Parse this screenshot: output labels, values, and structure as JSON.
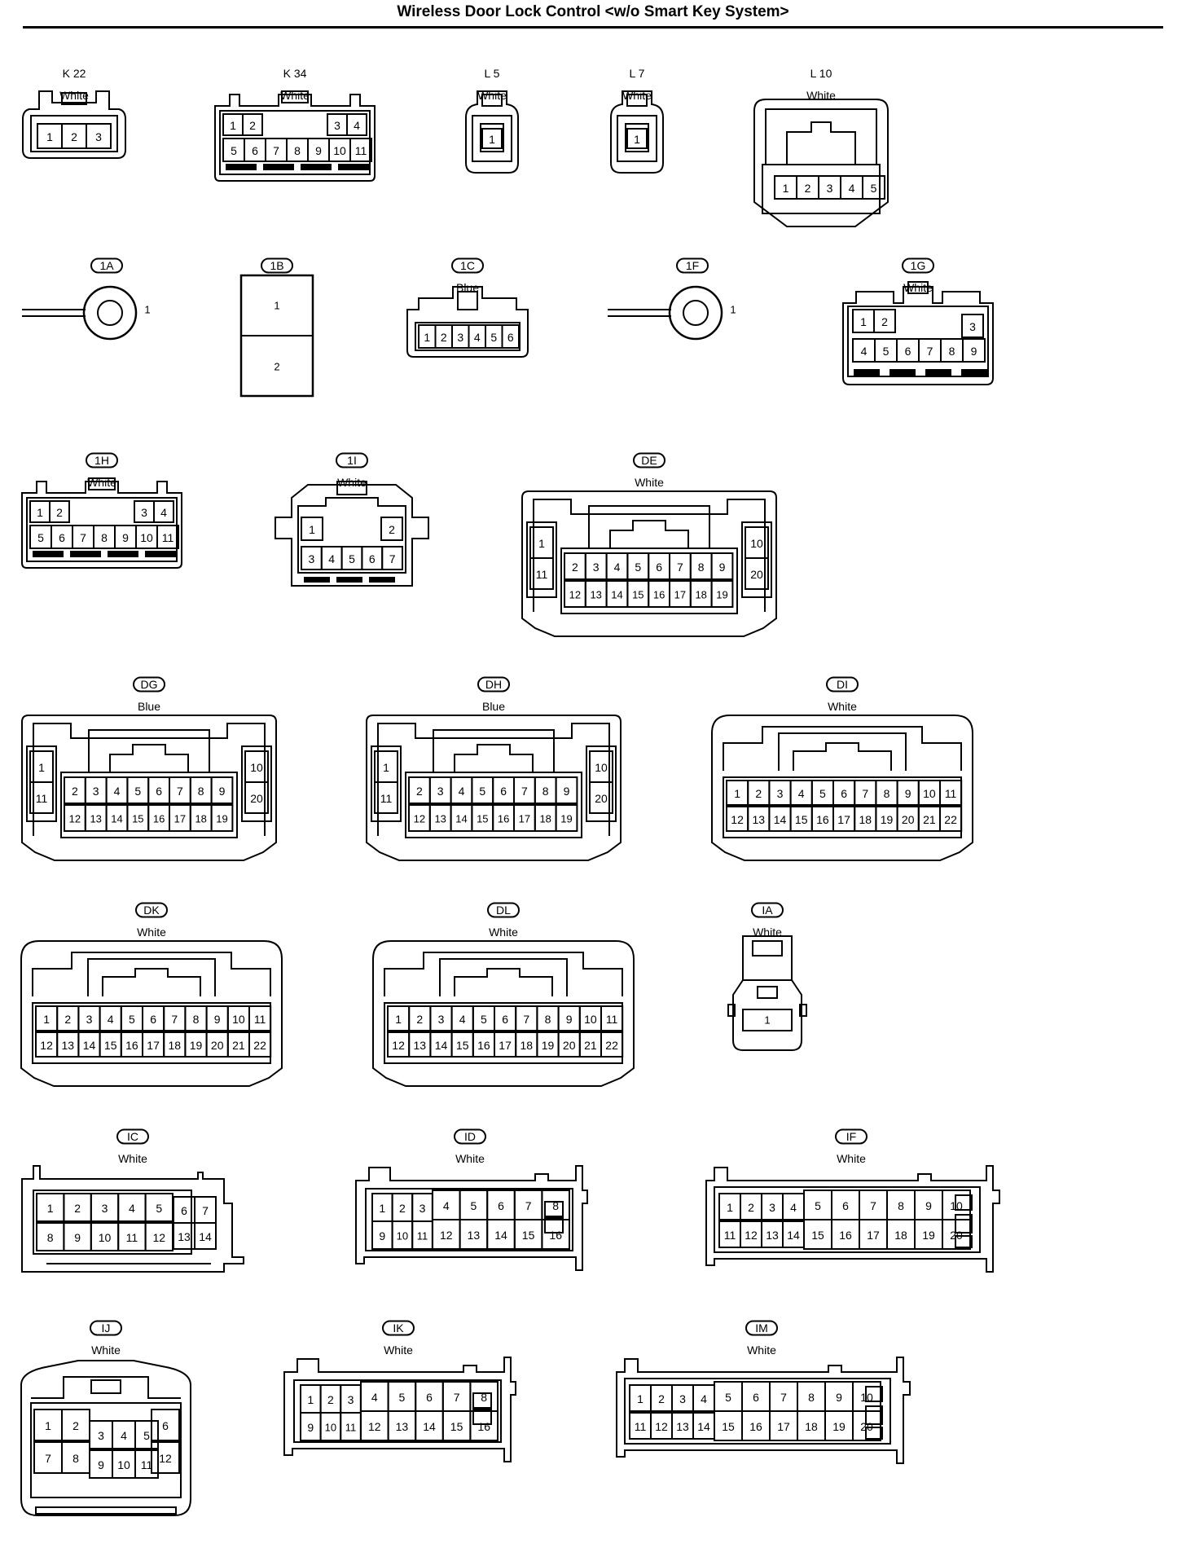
{
  "title": "Wireless Door Lock Control <w/o Smart Key System>",
  "connectors": [
    {
      "id": "K22",
      "code": "K 22",
      "color": "White",
      "shape": "plug3",
      "pins": [
        "1",
        "2",
        "3"
      ]
    },
    {
      "id": "K34",
      "code": "K 34",
      "color": "White",
      "shape": "plug11",
      "pins": [
        "1",
        "2",
        "3",
        "4",
        "5",
        "6",
        "7",
        "8",
        "9",
        "10",
        "11"
      ]
    },
    {
      "id": "L5",
      "code": "L 5",
      "color": "White",
      "shape": "plug1",
      "pins": [
        "1"
      ]
    },
    {
      "id": "L7",
      "code": "L 7",
      "color": "White",
      "shape": "plug1",
      "pins": [
        "1"
      ]
    },
    {
      "id": "L10",
      "code": "L 10",
      "color": "White",
      "shape": "plug5",
      "pins": [
        "1",
        "2",
        "3",
        "4",
        "5"
      ]
    },
    {
      "id": "1A",
      "code": "1A",
      "color": "",
      "shape": "ring",
      "pins": [
        "1"
      ]
    },
    {
      "id": "1B",
      "code": "1B",
      "color": "",
      "shape": "block2",
      "pins": [
        "1",
        "2"
      ]
    },
    {
      "id": "1C",
      "code": "1C",
      "color": "Blue",
      "shape": "plug6",
      "pins": [
        "1",
        "2",
        "3",
        "4",
        "5",
        "6"
      ]
    },
    {
      "id": "1F",
      "code": "1F",
      "color": "",
      "shape": "ring",
      "pins": [
        "1"
      ]
    },
    {
      "id": "1G",
      "code": "1G",
      "color": "White",
      "shape": "plug9",
      "pins": [
        "1",
        "2",
        "3",
        "4",
        "5",
        "6",
        "7",
        "8",
        "9"
      ]
    },
    {
      "id": "1H",
      "code": "1H",
      "color": "White",
      "shape": "plug11",
      "pins": [
        "1",
        "2",
        "3",
        "4",
        "5",
        "6",
        "7",
        "8",
        "9",
        "10",
        "11"
      ]
    },
    {
      "id": "1I",
      "code": "1I",
      "color": "White",
      "shape": "plug7",
      "pins": [
        "1",
        "2",
        "3",
        "4",
        "5",
        "6",
        "7"
      ]
    },
    {
      "id": "DE",
      "code": "DE",
      "color": "White",
      "shape": "ecu20",
      "pins": [
        "1",
        "2",
        "3",
        "4",
        "5",
        "6",
        "7",
        "8",
        "9",
        "10",
        "11",
        "12",
        "13",
        "14",
        "15",
        "16",
        "17",
        "18",
        "19",
        "20"
      ]
    },
    {
      "id": "DG",
      "code": "DG",
      "color": "Blue",
      "shape": "ecu20",
      "pins": [
        "1",
        "2",
        "3",
        "4",
        "5",
        "6",
        "7",
        "8",
        "9",
        "10",
        "11",
        "12",
        "13",
        "14",
        "15",
        "16",
        "17",
        "18",
        "19",
        "20"
      ]
    },
    {
      "id": "DH",
      "code": "DH",
      "color": "Blue",
      "shape": "ecu20",
      "pins": [
        "1",
        "2",
        "3",
        "4",
        "5",
        "6",
        "7",
        "8",
        "9",
        "10",
        "11",
        "12",
        "13",
        "14",
        "15",
        "16",
        "17",
        "18",
        "19",
        "20"
      ]
    },
    {
      "id": "DI",
      "code": "DI",
      "color": "White",
      "shape": "ecu22",
      "pins": [
        "1",
        "2",
        "3",
        "4",
        "5",
        "6",
        "7",
        "8",
        "9",
        "10",
        "11",
        "12",
        "13",
        "14",
        "15",
        "16",
        "17",
        "18",
        "19",
        "20",
        "21",
        "22"
      ]
    },
    {
      "id": "DK",
      "code": "DK",
      "color": "White",
      "shape": "ecu22",
      "pins": [
        "1",
        "2",
        "3",
        "4",
        "5",
        "6",
        "7",
        "8",
        "9",
        "10",
        "11",
        "12",
        "13",
        "14",
        "15",
        "16",
        "17",
        "18",
        "19",
        "20",
        "21",
        "22"
      ]
    },
    {
      "id": "DL",
      "code": "DL",
      "color": "White",
      "shape": "ecu22",
      "pins": [
        "1",
        "2",
        "3",
        "4",
        "5",
        "6",
        "7",
        "8",
        "9",
        "10",
        "11",
        "12",
        "13",
        "14",
        "15",
        "16",
        "17",
        "18",
        "19",
        "20",
        "21",
        "22"
      ]
    },
    {
      "id": "IA",
      "code": "IA",
      "color": "White",
      "shape": "plug1v",
      "pins": [
        "1"
      ]
    },
    {
      "id": "IC",
      "code": "IC",
      "color": "White",
      "shape": "jb14",
      "pins": [
        "1",
        "2",
        "3",
        "4",
        "5",
        "6",
        "7",
        "8",
        "9",
        "10",
        "11",
        "12",
        "13",
        "14"
      ]
    },
    {
      "id": "ID",
      "code": "ID",
      "color": "White",
      "shape": "jb16",
      "pins": [
        "1",
        "2",
        "3",
        "4",
        "5",
        "6",
        "7",
        "8",
        "9",
        "10",
        "11",
        "12",
        "13",
        "14",
        "15",
        "16"
      ]
    },
    {
      "id": "IF",
      "code": "IF",
      "color": "White",
      "shape": "jb20",
      "pins": [
        "1",
        "2",
        "3",
        "4",
        "5",
        "6",
        "7",
        "8",
        "9",
        "10",
        "11",
        "12",
        "13",
        "14",
        "15",
        "16",
        "17",
        "18",
        "19",
        "20"
      ]
    },
    {
      "id": "IJ",
      "code": "IJ",
      "color": "White",
      "shape": "plug12",
      "pins": [
        "1",
        "2",
        "3",
        "4",
        "5",
        "6",
        "7",
        "8",
        "9",
        "10",
        "11",
        "12"
      ]
    },
    {
      "id": "IK",
      "code": "IK",
      "color": "White",
      "shape": "jb16",
      "pins": [
        "1",
        "2",
        "3",
        "4",
        "5",
        "6",
        "7",
        "8",
        "9",
        "10",
        "11",
        "12",
        "13",
        "14",
        "15",
        "16"
      ]
    },
    {
      "id": "IM",
      "code": "IM",
      "color": "White",
      "shape": "jb20",
      "pins": [
        "1",
        "2",
        "3",
        "4",
        "5",
        "6",
        "7",
        "8",
        "9",
        "10",
        "11",
        "12",
        "13",
        "14",
        "15",
        "16",
        "17",
        "18",
        "19",
        "20"
      ]
    }
  ]
}
